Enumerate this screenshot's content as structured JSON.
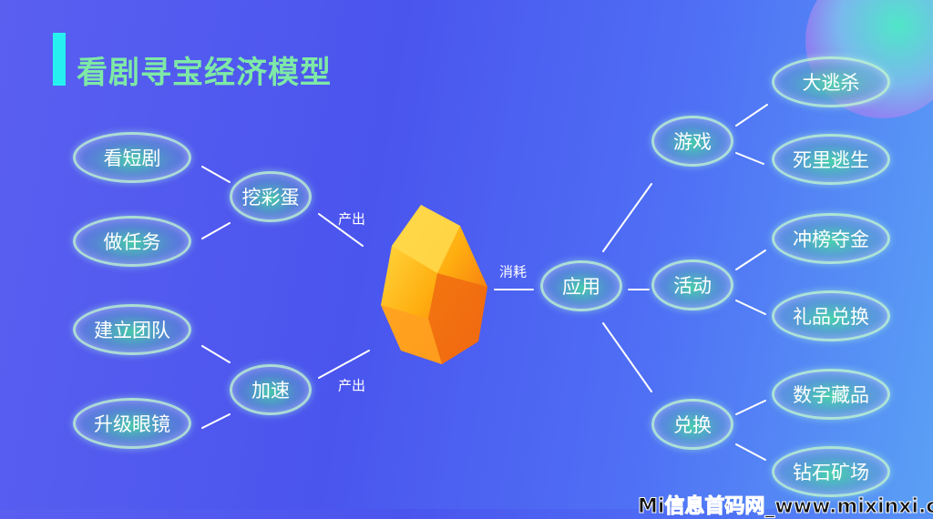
{
  "title": "看剧寻宝经济模型",
  "left": {
    "groups": [
      {
        "label": "挖彩蛋",
        "children": [
          "看短剧",
          "做任务"
        ],
        "edge": "产出"
      },
      {
        "label": "加速",
        "children": [
          "建立团队",
          "升级眼镜"
        ],
        "edge": "产出"
      }
    ]
  },
  "center": {
    "icon": "gem-icon",
    "edge": "消耗",
    "node": "应用"
  },
  "right": {
    "groups": [
      {
        "label": "游戏",
        "children": [
          "大逃杀",
          "死里逃生"
        ]
      },
      {
        "label": "活动",
        "children": [
          "冲榜夺金",
          "礼品兑换"
        ]
      },
      {
        "label": "兑换",
        "children": [
          "数字藏品",
          "钻石矿场"
        ]
      }
    ]
  },
  "watermark": "Mi信息首码网_www.mixinxi.com",
  "colors": {
    "title": "#7ee9a6",
    "accent_bar": "#27f0f0",
    "gem": "#ffb000"
  }
}
